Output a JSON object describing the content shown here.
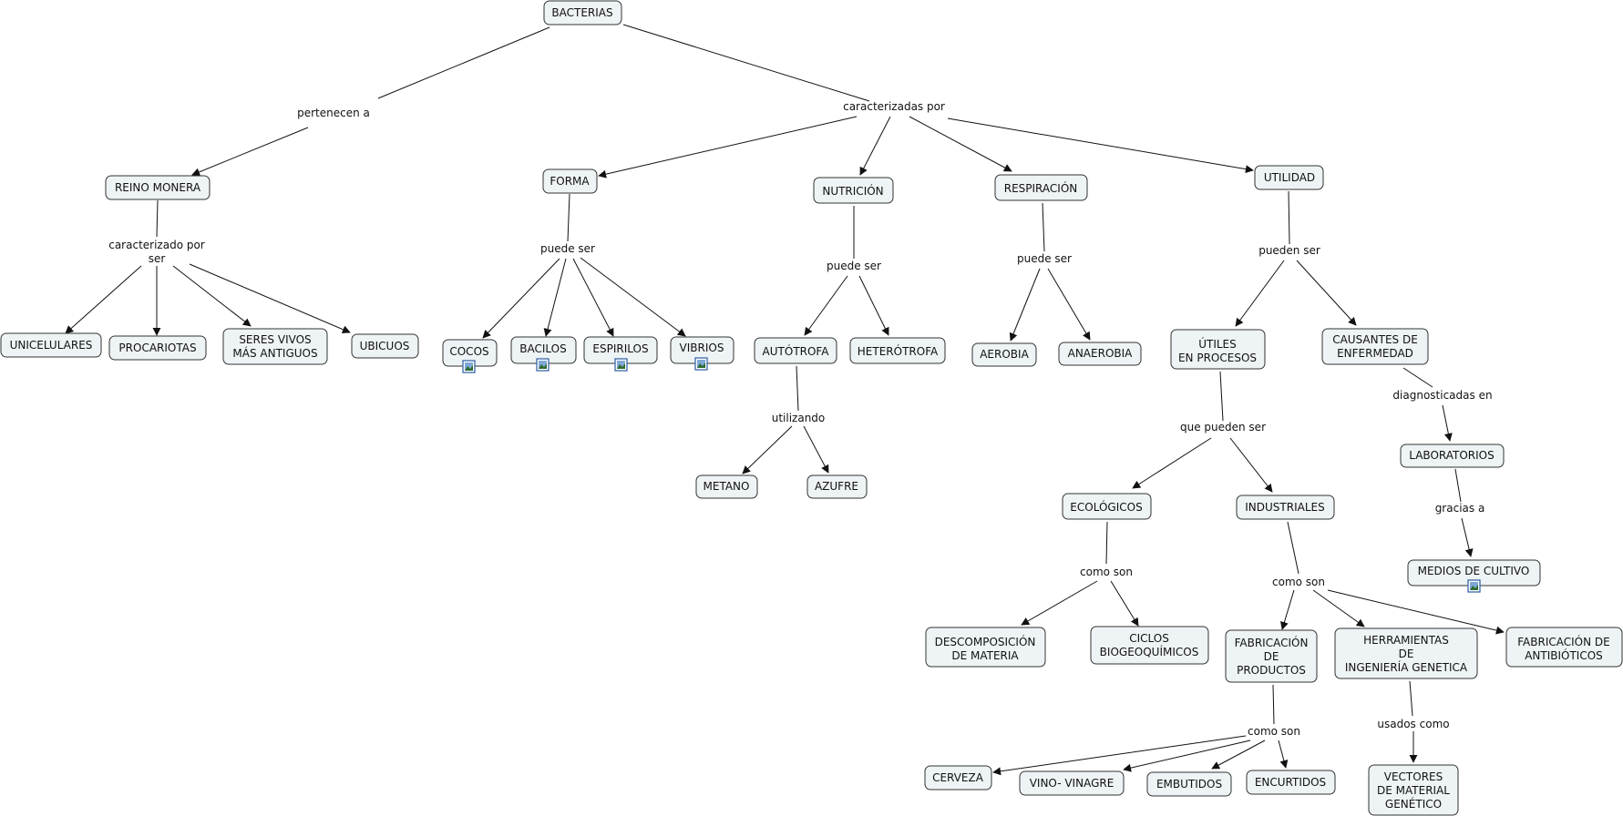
{
  "concepts": {
    "bacterias": "BACTERIAS",
    "reino_monera": "REINO MONERA",
    "unicelulares": "UNICELULARES",
    "procariotas": "PROCARIOTAS",
    "seres_vivos": [
      "SERES VIVOS",
      "MÁS ANTIGUOS"
    ],
    "ubicuos": "UBICUOS",
    "forma": "FORMA",
    "cocos": "COCOS",
    "bacilos": "BACILOS",
    "espirilos": "ESPIRILOS",
    "vibrios": "VIBRIOS",
    "nutricion": "NUTRICIÓN",
    "autotrofa": "AUTÓTROFA",
    "heterotrofa": "HETERÓTROFA",
    "metano": "METANO",
    "azufre": "AZUFRE",
    "respiracion": "RESPIRACIÓN",
    "aerobia": "AEROBIA",
    "anaerobia": "ANAEROBIA",
    "utilidad": "UTILIDAD",
    "utiles": [
      "ÚTILES",
      "EN PROCESOS"
    ],
    "causantes": [
      "CAUSANTES DE",
      "ENFERMEDAD"
    ],
    "laboratorios": "LABORATORIOS",
    "medios": "MEDIOS DE CULTIVO",
    "ecologicos": "ECOLÓGICOS",
    "industriales": "INDUSTRIALES",
    "descomposicion": [
      "DESCOMPOSICIÓN",
      "DE MATERIA"
    ],
    "ciclos": [
      "CICLOS",
      "BIOGEOQUÍMICOS"
    ],
    "fabricacion_productos": [
      "FABRICACIÓN",
      "DE",
      "PRODUCTOS"
    ],
    "herramientas": [
      "HERRAMIENTAS",
      "DE",
      "INGENIERÍA GENETICA"
    ],
    "fabricacion_antibioticos": [
      "FABRICACIÓN DE",
      "ANTIBIÓTICOS"
    ],
    "cerveza": "CERVEZA",
    "vino": "VINO- VINAGRE",
    "embutidos": "EMBUTIDOS",
    "encurtidos": "ENCURTIDOS",
    "vectores": [
      "VECTORES",
      "DE MATERIAL",
      "GENÉTICO"
    ]
  },
  "linking_phrases": {
    "pertenecen_a": "pertenecen a",
    "caracterizadas_por": "caracterizadas por",
    "caracterizado_por_ser": [
      "caracterizado por",
      "ser"
    ],
    "forma_puede_ser": "puede ser",
    "nutricion_puede_ser": "puede ser",
    "resp_puede_ser": "puede ser",
    "pueden_ser": "pueden ser",
    "utilizando": "utilizando",
    "que_pueden_ser": "que pueden ser",
    "diagnosticadas_en": "diagnosticadas en",
    "gracias_a": "gracias a",
    "eco_como_son": "como son",
    "ind_como_son": "como son",
    "prod_como_son": "como son",
    "usados_como": "usados como"
  },
  "resource_icon": "image-icon"
}
